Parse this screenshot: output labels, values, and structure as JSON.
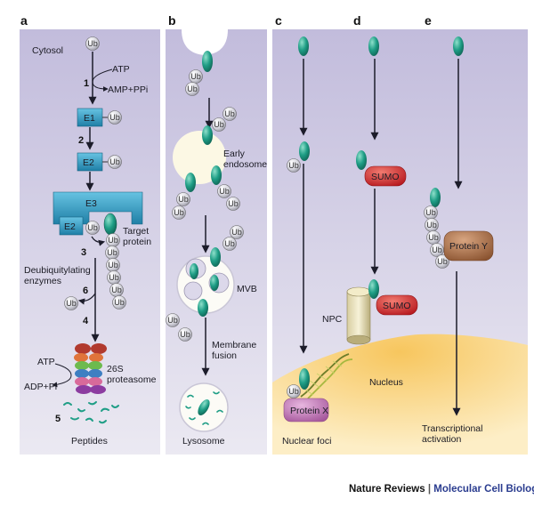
{
  "panels": {
    "a": {
      "letter": "a",
      "cytosol": "Cytosol",
      "atp_top": "ATP",
      "amp_ppi": "AMP+PPi",
      "step1": "1",
      "step2": "2",
      "step3": "3",
      "step4": "4",
      "step5": "5",
      "step6": "6",
      "e1": "E1",
      "e2": "E2",
      "e3": "E3",
      "e2b": "E2",
      "target_protein": "Target\nprotein",
      "deubiq": "Deubiquitylating\nenzymes",
      "atp_bottom": "ATP",
      "adp_pi": "ADP+Pi",
      "proteasome": "26S\nproteasome",
      "peptides": "Peptides"
    },
    "b": {
      "letter": "b",
      "early_endosome": "Early\nendosome",
      "mvb": "MVB",
      "membrane_fusion": "Membrane\nfusion",
      "lysosome": "Lysosome"
    },
    "c": {
      "letter": "c",
      "nuclear_foci": "Nuclear foci",
      "protein_x": "Protein X"
    },
    "d": {
      "letter": "d",
      "sumo1": "SUMO",
      "sumo2": "SUMO",
      "npc": "NPC",
      "nucleus": "Nucleus"
    },
    "e": {
      "letter": "e",
      "protein_y": "Protein Y",
      "transcriptional": "Transcriptional\nactivation"
    }
  },
  "ub_label": "Ub",
  "footer": {
    "journal": "Nature Reviews",
    "separator": "|",
    "section": "Molecular Cell Biology"
  },
  "colors": {
    "panel_top": "#c4bedf",
    "panel_bottom": "#e9e7f1",
    "nucleus": "#fbd88a",
    "protein": "#1f9e86",
    "e_box": "#3aa4c9",
    "sumo": "#d8232a",
    "protein_x": "#c478b8",
    "protein_y": "#b77b55",
    "accent": "#2a3c8f"
  }
}
